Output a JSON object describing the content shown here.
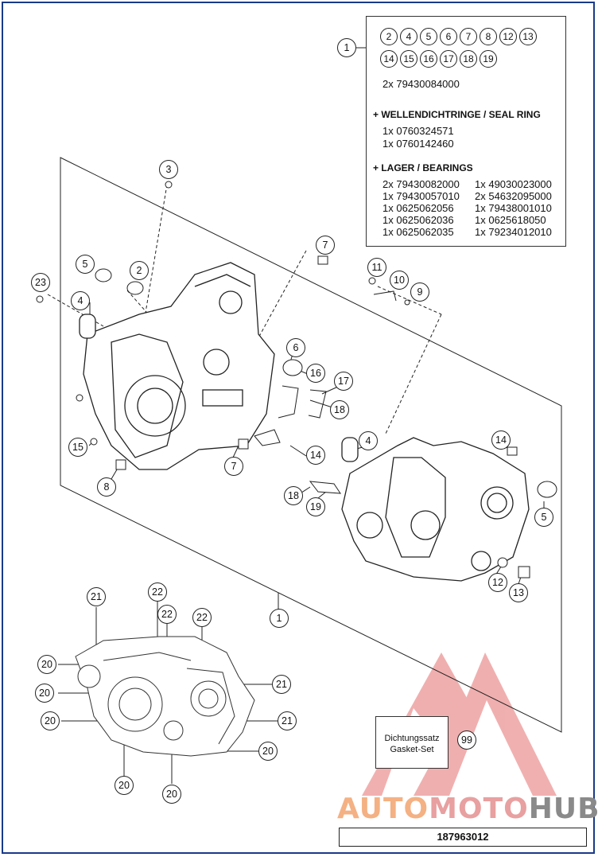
{
  "parts_box": {
    "callout": "1",
    "row1": [
      "2",
      "4",
      "5",
      "6",
      "7",
      "8",
      "12",
      "13"
    ],
    "row2": [
      "14",
      "15",
      "16",
      "17",
      "18",
      "19"
    ],
    "qty_line": "2x 79430084000",
    "seal_heading": "+ WELLENDICHTRINGE /  SEAL RING",
    "seal_lines": [
      "1x 0760324571",
      "1x 0760142460"
    ],
    "bearing_heading": "+ LAGER / BEARINGS",
    "bearing_col1": [
      "2x 79430082000",
      "1x 79430057010",
      "1x 0625062056",
      "1x 0625062036",
      "1x 0625062035"
    ],
    "bearing_col2": [
      "1x 49030023000",
      "2x 54632095000",
      "1x 79438001010",
      "1x 0625618050",
      "1x 79234012010"
    ]
  },
  "callouts": {
    "c3": "3",
    "c7a": "7",
    "c11": "11",
    "c10": "10",
    "c9": "9",
    "c5a": "5",
    "c2": "2",
    "c23": "23",
    "c4a": "4",
    "c6": "6",
    "c16": "16",
    "c17": "17",
    "c18a": "18",
    "c15": "15",
    "c14a": "14",
    "c7b": "7",
    "c8": "8",
    "c4b": "4",
    "c14b": "14",
    "c18b": "18",
    "c19": "19",
    "c5b": "5",
    "c12": "12",
    "c13": "13",
    "c1b": "1",
    "c21a": "21",
    "c22a": "22",
    "c22b": "22",
    "c22c": "22",
    "c20a": "20",
    "c20b": "20",
    "c21b": "21",
    "c20c": "20",
    "c21c": "21",
    "c20d": "20",
    "c20e": "20",
    "c20f": "20",
    "c99": "99"
  },
  "gasket": {
    "line1": "Dichtungssatz",
    "line2": "Gasket-Set"
  },
  "doc_number": "187963012",
  "watermark": {
    "part1": "AUTO",
    "part2": "MOTO",
    "part3": "HUB"
  },
  "colors": {
    "frame": "#1a3a8a",
    "watermark_red": "#e05050",
    "line": "#222222"
  }
}
